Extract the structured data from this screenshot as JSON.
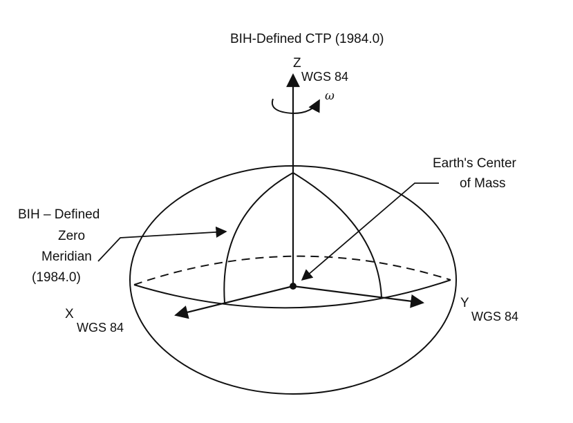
{
  "diagram": {
    "title": "BIH-Defined CTP (1984.0)",
    "z_axis": {
      "letter": "Z",
      "subscript": "WGS 84"
    },
    "x_axis": {
      "letter": "X",
      "subscript": "WGS 84"
    },
    "y_axis": {
      "letter": "Y",
      "subscript": "WGS 84"
    },
    "rotation_symbol": "ω",
    "center_label": {
      "line1": "Earth's Center",
      "line2": "of Mass"
    },
    "meridian_label": {
      "line1": "BIH – Defined",
      "line2": "Zero",
      "line3": "Meridian",
      "line4": "(1984.0)"
    },
    "colors": {
      "ink": "#111111",
      "background": "#ffffff"
    }
  }
}
